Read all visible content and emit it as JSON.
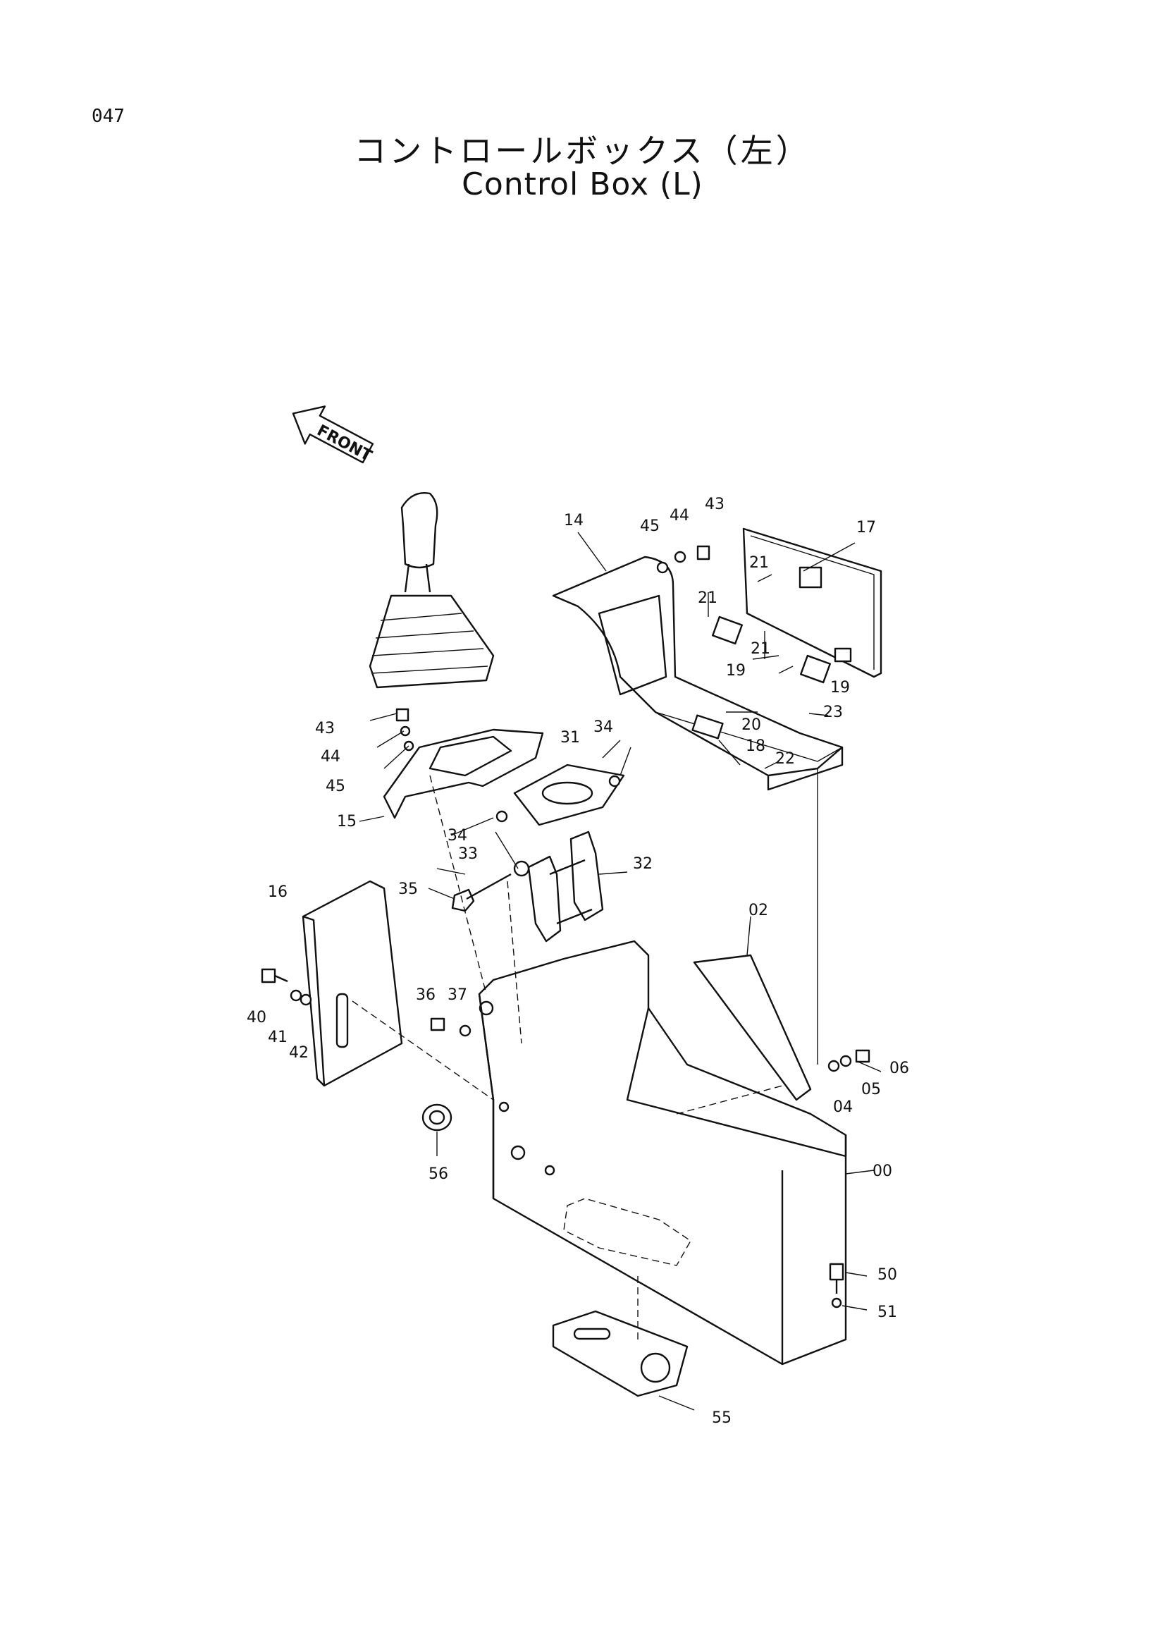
{
  "page_number": "047",
  "title_jp": "コントロールボックス（左）",
  "title_en": "Control Box (L)",
  "front_label": "FRONT",
  "callouts": [
    "00",
    "02",
    "04",
    "05",
    "06",
    "14",
    "15",
    "16",
    "17",
    "18",
    "19",
    "19",
    "20",
    "21",
    "21",
    "21",
    "22",
    "23",
    "31",
    "32",
    "33",
    "34",
    "34",
    "35",
    "36",
    "37",
    "40",
    "41",
    "42",
    "43",
    "43",
    "44",
    "44",
    "45",
    "45",
    "50",
    "51",
    "55",
    "56"
  ]
}
